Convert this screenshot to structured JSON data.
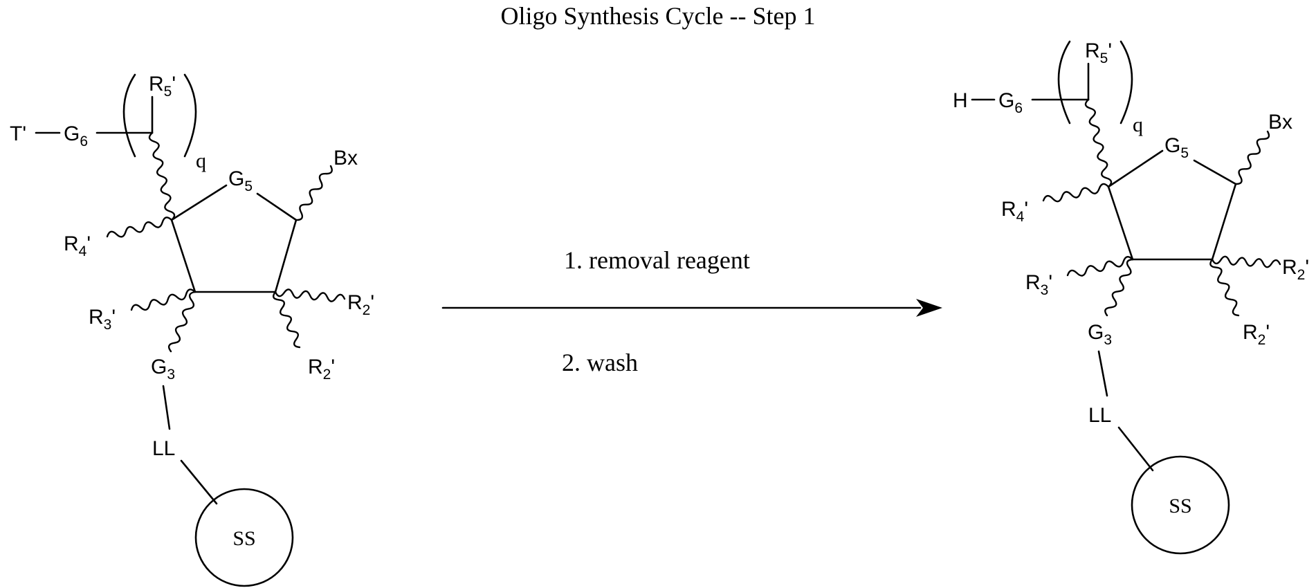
{
  "title": "Oligo Synthesis Cycle -- Step 1",
  "arrow": {
    "step1": "1. removal reagent",
    "step2": "2.  wash"
  },
  "labels": {
    "t_prime": "T'",
    "h": "H",
    "g": "G",
    "r": "R",
    "prime": "'",
    "sub_6": "6",
    "sub_5": "5",
    "sub_4": "4",
    "sub_3": "3",
    "sub_2": "2",
    "q": "q",
    "bx": "Bx",
    "ll": "LL",
    "ss": "SS"
  }
}
